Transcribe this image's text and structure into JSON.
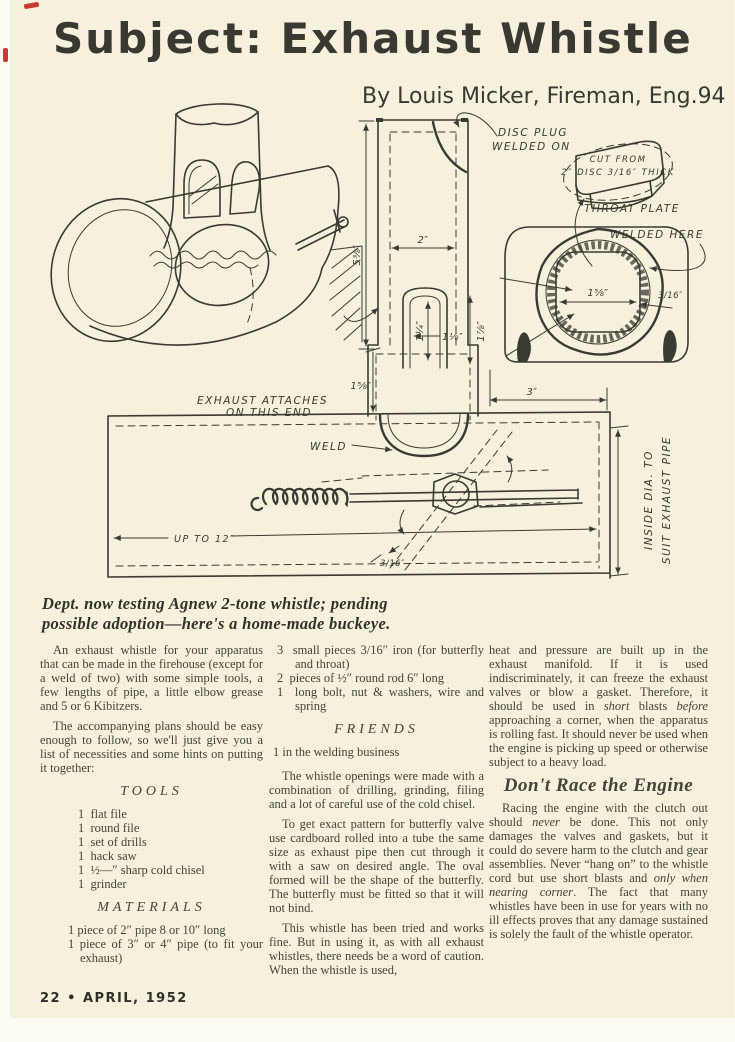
{
  "header": {
    "title": "Subject: Exhaust Whistle",
    "byline": "By Louis Micker, Fireman, Eng.94"
  },
  "caption": {
    "line1": "Dept. now testing Agnew 2-tone whistle; pending",
    "line2": "possible adoption—here's a home-made buckeye."
  },
  "diagram": {
    "labels": {
      "disc1": "DISC PLUG",
      "disc2": "WELDED ON",
      "cut1": "CUT FROM",
      "cut2": "2″ DISC 3/16″ THICK",
      "throat": "THROAT PLATE",
      "welded": "WELDED HERE",
      "exh1": "EXHAUST ATTACHES",
      "exh2": "ON THIS END",
      "weld": "WELD",
      "upto": "UP TO 12″",
      "inside1": "INSIDE DIA. TO",
      "inside2": "SUIT EXHAUST PIPE"
    },
    "dims": {
      "d2": "2″",
      "d538": "5⅜″",
      "d114": "1¼″",
      "d118": "1⅛″",
      "d178": "1⅞″",
      "d158": "1⅝″",
      "d158hole": "1⅝″",
      "d316": "3/16″",
      "d3": "3″",
      "d316b": "3/16″"
    }
  },
  "main": {
    "col1": {
      "p1": "An exhaust whistle for your apparatus that can be made in the firehouse (except for a weld of two) with some simple tools, a few lengths of pipe, a little elbow grease and 5 or 6 Kibitzers.",
      "p2": "The accompanying plans should be easy enough to follow, so we'll just give you a list of necessities and some hints on putting it together:",
      "tools_heading": "TOOLS",
      "tools": [
        "1  flat file",
        "1  round file",
        "1  set of drills",
        "1  hack saw",
        "1  ½—″ sharp cold chisel",
        "1  grinder"
      ],
      "materials_heading": "MATERIALS",
      "materials": [
        "1 piece of 2″ pipe 8 or 10″ long",
        "1 piece of 3″ or 4″ pipe (to fit your exhaust)"
      ]
    },
    "col2": {
      "items": [
        "3  small pieces 3/16″ iron (for butterfly and throat)",
        "2  pieces of ½″ round rod 6″ long",
        "1  long bolt, nut & washers, wire and spring"
      ],
      "friends_heading": "FRIENDS",
      "friends_item": "1 in the welding business",
      "p1": "The whistle openings were made with a combination of drilling, grinding, filing and a lot of careful use of the cold chisel.",
      "p2": "To get exact pattern for butterfly valve use cardboard rolled into a tube the same size as exhaust pipe then cut through it with a saw on desired angle. The oval formed will be the shape of the butterfly. The butterfly must be fitted so that it will not bind.",
      "p3": "This whistle has been tried and works fine. But in using it, as with all exhaust whistles, there needs be a word of caution. When the whistle is used,"
    },
    "col3": {
      "p1_segments": [
        "heat and pressure are built up in the exhaust manifold. If it is used indiscriminately, it can freeze the exhaust valves or blow a gasket. Therefore, it should be used in ",
        "short",
        " blasts ",
        "before",
        " approaching a corner, when the apparatus is rolling fast. It should never be used when the engine is picking up speed or otherwise subject to a heavy load."
      ],
      "heading": "Don't Race the Engine",
      "p2_segments": [
        "Racing the engine with the clutch out should ",
        "never",
        " be done. This not only damages the valves and gaskets, but it could do severe harm to the clutch and gear assemblies. Never “hang on” to the whistle cord but use short blasts and ",
        "only when nearing corner",
        ". The fact that many whistles have been in use for years with no ill effects proves that any damage sustained is solely the fault of the whistle operator."
      ]
    }
  },
  "footer": {
    "text": "22 • APRIL, 1952"
  },
  "colors": {
    "paper": "#f6f2dd",
    "ink": "#3b3a32",
    "scan_mark": "#c43c34"
  }
}
